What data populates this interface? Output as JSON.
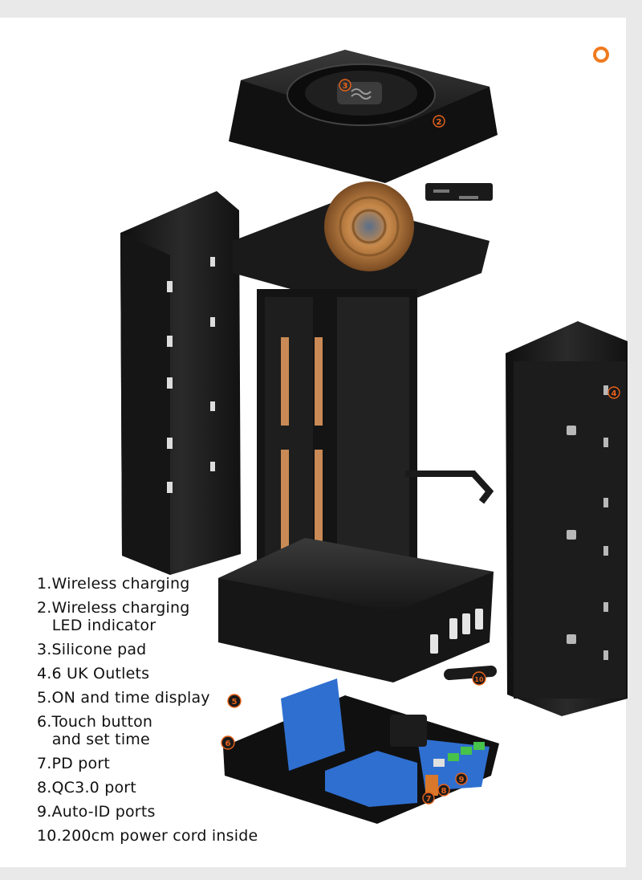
{
  "legend": {
    "items": [
      "1.Wireless charging",
      "2.Wireless charging\n   LED indicator",
      "3.Silicone pad",
      "4.6 UK Outlets",
      "5.ON and time display",
      "6.Touch button\n   and set time",
      "7.PD port",
      "8.QC3.0 port",
      "9.Auto-ID ports",
      "10.200cm power cord inside"
    ]
  },
  "badges": {
    "n2": "2",
    "n3": "3",
    "n4": "4",
    "n5": "5",
    "n6": "6",
    "n7": "7",
    "n8": "8",
    "n9": "9",
    "n10": "10"
  },
  "colors": {
    "accent": "#f07a1e",
    "product_body": "#1b1b1b",
    "copper": "#c98a55",
    "pcb_blue": "#2f6fd0",
    "port_green": "#47c24a"
  }
}
